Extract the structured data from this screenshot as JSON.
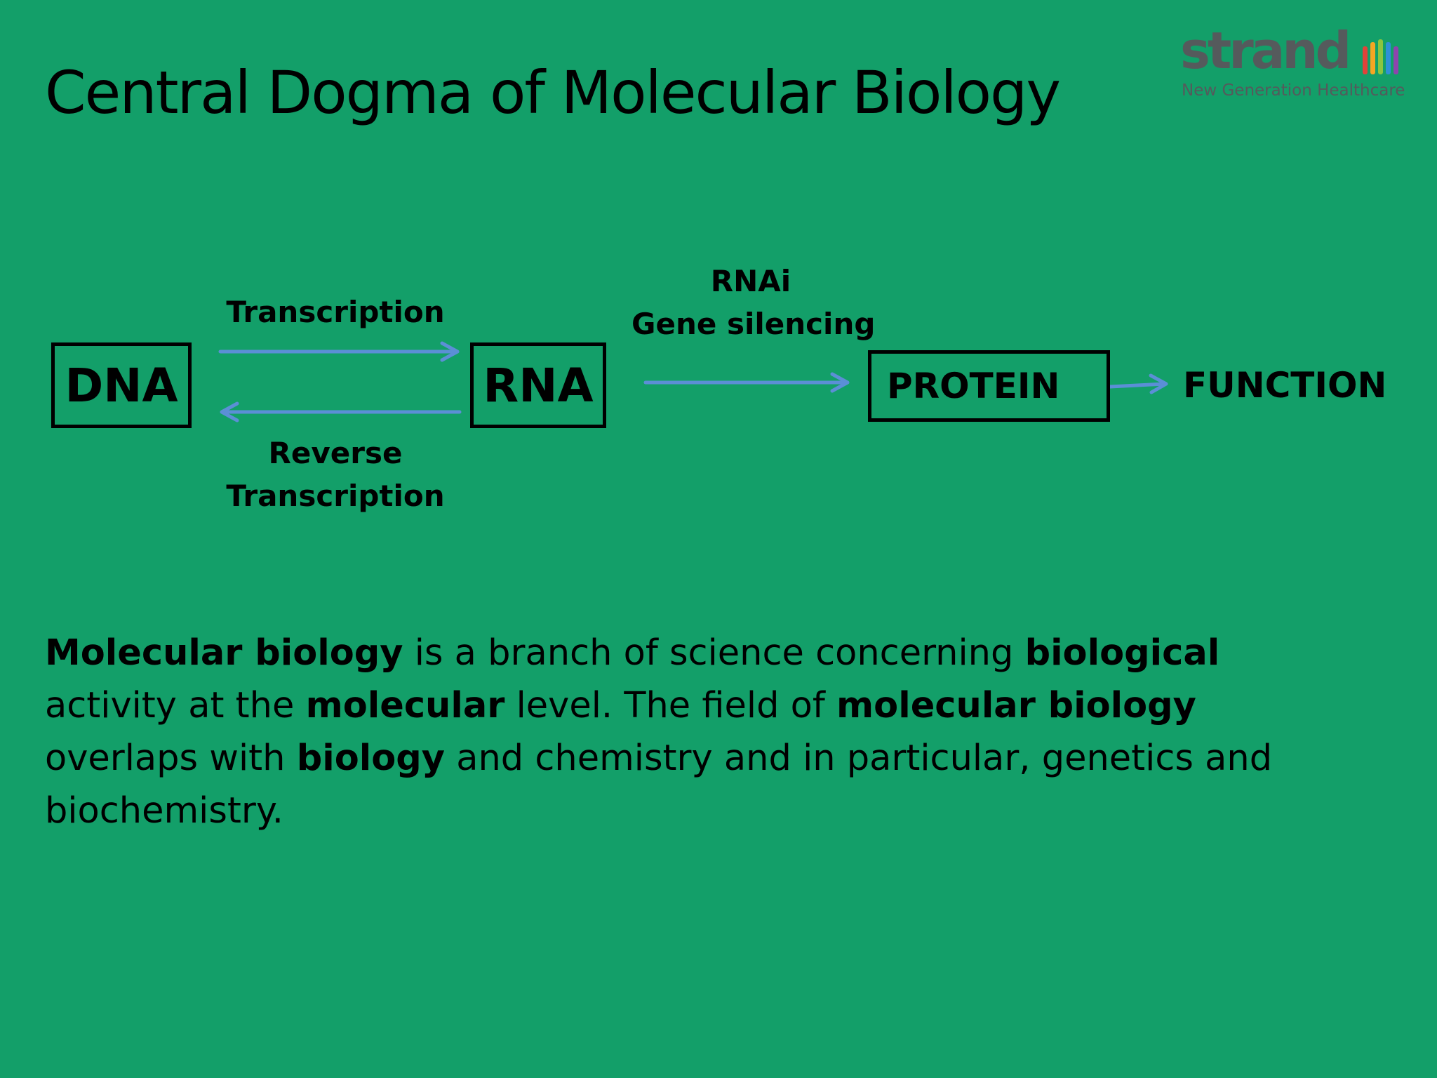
{
  "slide": {
    "title": "Central Dogma of Molecular Biology"
  },
  "logo": {
    "wordmark": "strand",
    "tagline": "New Generation Healthcare",
    "bar_colors": [
      "#e0433a",
      "#f5a623",
      "#8bc53f",
      "#2f8fd6",
      "#8e44ad"
    ]
  },
  "diagram": {
    "nodes": {
      "dna": "DNA",
      "rna": "RNA",
      "protein": "PROTEIN",
      "function": "FUNCTION"
    },
    "edges": {
      "transcription": "Transcription",
      "reverse_line1": "Reverse",
      "reverse_line2": "Transcription",
      "rnai_line1": "RNAi",
      "rnai_line2": "Gene silencing"
    },
    "arrow_color": "#5b8fd6"
  },
  "body": {
    "p1_b1": "Molecular biology",
    "p1_t1": " is a branch of science concerning ",
    "p1_b2": "biological",
    "p2_t1": "activity at the ",
    "p2_b1": "molecular",
    "p2_t2": " level. The field of ",
    "p2_b2": "molecular biology",
    "p3_t1": "overlaps with ",
    "p3_b1": "biology",
    "p3_t2": " and chemistry and in particular, genetics and",
    "p4_t1": "biochemistry."
  }
}
